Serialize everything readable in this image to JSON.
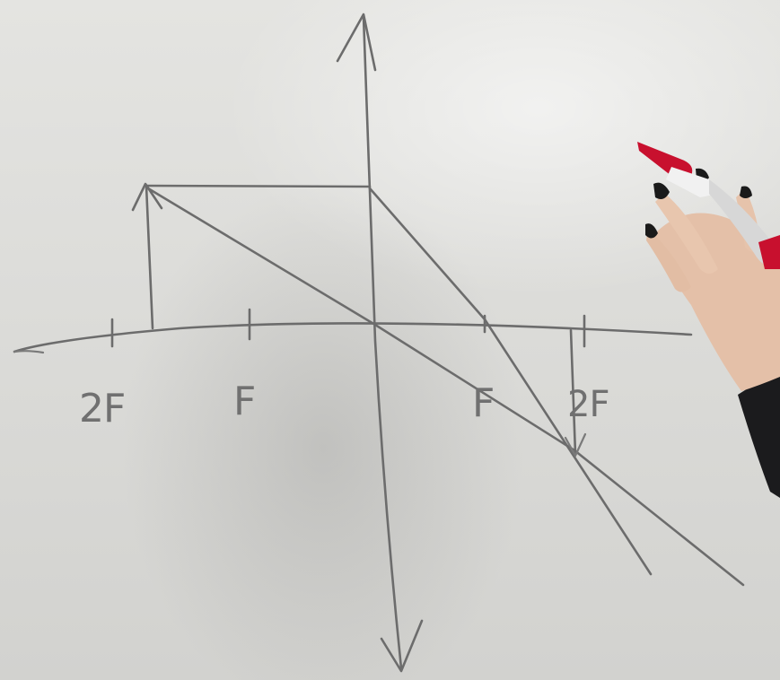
{
  "diagram": {
    "labels": {
      "left_2f": "2F",
      "left_f": "F",
      "right_f": "F",
      "right_2f": "2F"
    },
    "icons": {
      "hand": "hand-holding-marker-icon"
    },
    "colors": {
      "board": "#dcdcd9",
      "ink": "#6c6c6c",
      "marker_cap": "#c8102e",
      "nail_polish": "#1a1a1a",
      "skin": "#e6c2aa"
    }
  }
}
